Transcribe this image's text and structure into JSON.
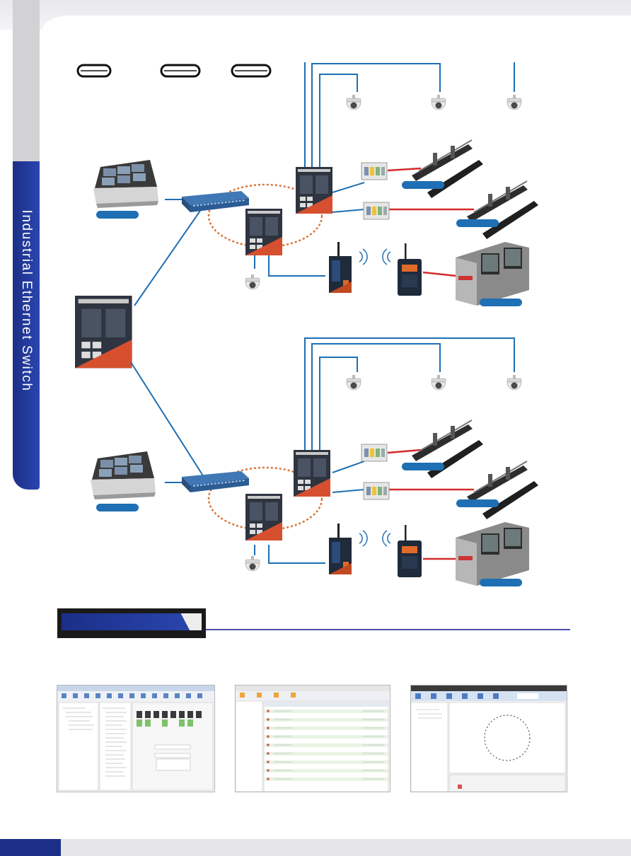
{
  "sidebar": {
    "title": "Industrial Ethernet Switch"
  },
  "colors": {
    "accent_blue": "#1b2f88",
    "link_blue": "#1e6fb3",
    "ring_orange": "#d9753a",
    "serial_red": "#d42b2b",
    "label_pill": "#1e6fb3"
  },
  "diagram": {
    "icons": [
      "video-wall-icon",
      "rackmount-switch-icon",
      "din-rail-switch-icon",
      "dome-camera-icon",
      "serial-server-icon",
      "wireless-ap-icon",
      "wireless-client-icon",
      "conveyor-icon",
      "kiosk-icon",
      "legend-pill-icon"
    ]
  },
  "software_screenshots": [
    {
      "name": "management-utility-screenshot"
    },
    {
      "name": "event-log-screenshot"
    },
    {
      "name": "ring-topology-screenshot"
    }
  ]
}
